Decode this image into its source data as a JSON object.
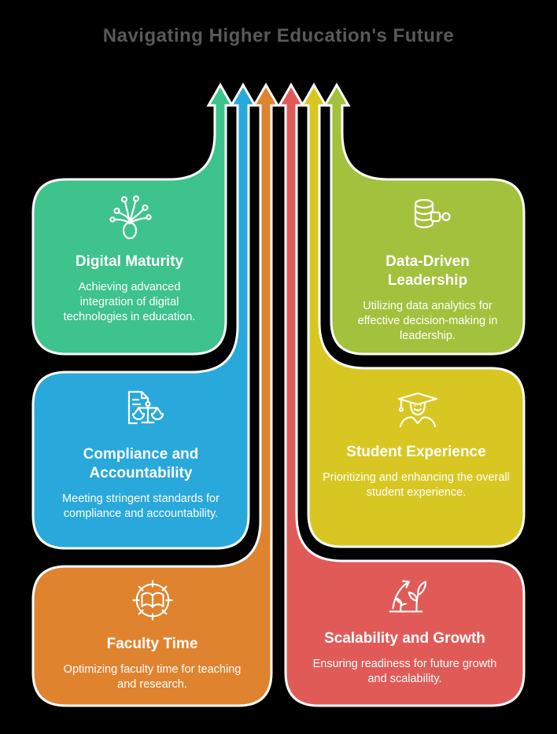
{
  "title": "Navigating Higher Education's Future",
  "title_color": "#58595b",
  "background_color": "#000000",
  "outline_color": "#ffffff",
  "cards": [
    {
      "id": "digital-maturity",
      "title": "Digital Maturity",
      "description": "Achieving advanced integration of digital technologies in education.",
      "color": "#3dc38b",
      "icon": "digital-maturity-plant-icon",
      "position": "top-left"
    },
    {
      "id": "data-driven-leadership",
      "title": "Data-Driven Leadership",
      "description": "Utilizing data analytics for effective decision-making in leadership.",
      "color": "#a2c13d",
      "icon": "database-link-icon",
      "position": "top-right"
    },
    {
      "id": "compliance-and-accountability",
      "title": "Compliance and Accountability",
      "description": "Meeting stringent standards for compliance and accountability.",
      "color": "#29a8db",
      "icon": "document-scales-icon",
      "position": "middle-left"
    },
    {
      "id": "student-experience",
      "title": "Student Experience",
      "description": "Prioritizing and enhancing the overall student experience.",
      "color": "#d8c722",
      "icon": "graduate-cap-icon",
      "position": "middle-right"
    },
    {
      "id": "faculty-time",
      "title": "Faculty Time",
      "description": "Optimizing faculty time for teaching and research.",
      "color": "#e0832f",
      "icon": "book-clock-icon",
      "position": "bottom-left"
    },
    {
      "id": "scalability-and-growth",
      "title": "Scalability and Growth",
      "description": "Ensuring readiness for future growth and scalability.",
      "color": "#e05b58",
      "icon": "growth-plant-arrow-icon",
      "position": "bottom-right"
    }
  ]
}
